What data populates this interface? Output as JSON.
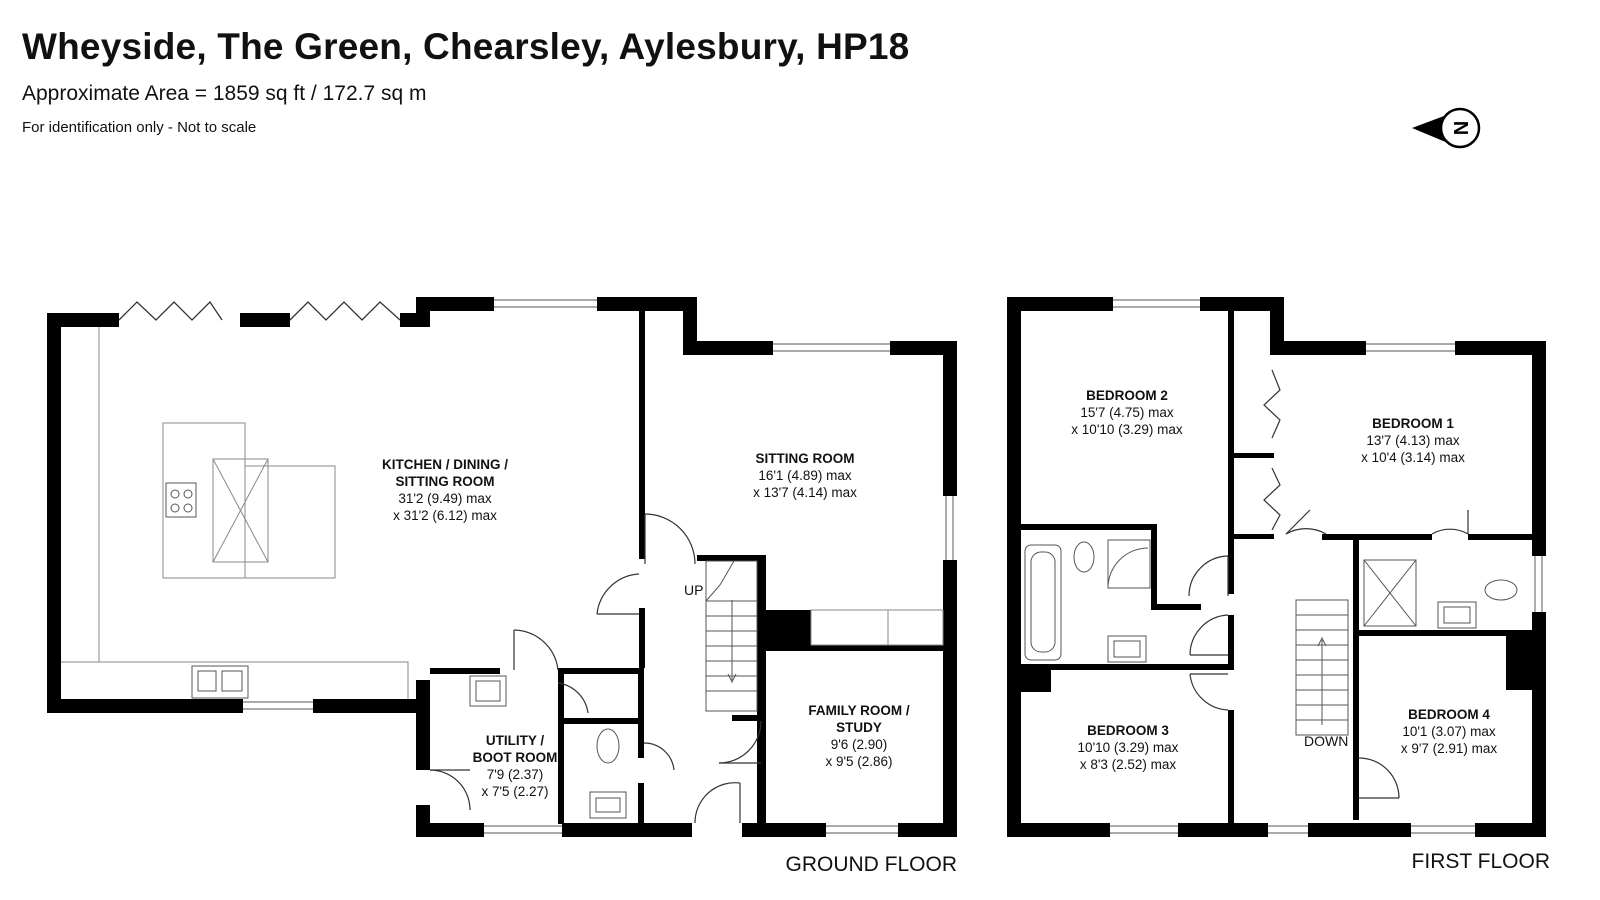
{
  "header": {
    "title": "Wheyside, The Green, Chearsley, Aylesbury, HP18",
    "area": "Approximate Area = 1859 sq ft / 172.7 sq m",
    "note": "For identification only - Not to scale"
  },
  "compass": {
    "letter": "N"
  },
  "ground_floor": {
    "label": "GROUND FLOOR",
    "stairs_label": "UP",
    "rooms": {
      "kitchen": {
        "name_line1": "KITCHEN / DINING /",
        "name_line2": "SITTING ROOM",
        "dim1": "31'2 (9.49) max",
        "dim2": "x 31'2 (6.12) max"
      },
      "sitting": {
        "name": "SITTING ROOM",
        "dim1": "16'1 (4.89) max",
        "dim2": "x 13'7 (4.14) max"
      },
      "family": {
        "name_line1": "FAMILY ROOM /",
        "name_line2": "STUDY",
        "dim1": "9'6 (2.90)",
        "dim2": "x 9'5 (2.86)"
      },
      "utility": {
        "name_line1": "UTILITY /",
        "name_line2": "BOOT ROOM",
        "dim1": "7'9 (2.37)",
        "dim2": "x 7'5 (2.27)"
      }
    }
  },
  "first_floor": {
    "label": "FIRST FLOOR",
    "stairs_label": "DOWN",
    "rooms": {
      "bedroom2": {
        "name": "BEDROOM 2",
        "dim1": "15'7 (4.75) max",
        "dim2": "x 10'10 (3.29) max"
      },
      "bedroom1": {
        "name": "BEDROOM 1",
        "dim1": "13'7 (4.13) max",
        "dim2": "x 10'4 (3.14) max"
      },
      "bedroom3": {
        "name": "BEDROOM 3",
        "dim1": "10'10 (3.29) max",
        "dim2": "x 8'3 (2.52) max"
      },
      "bedroom4": {
        "name": "BEDROOM 4",
        "dim1": "10'1 (3.07) max",
        "dim2": "x 9'7 (2.91) max"
      }
    }
  },
  "colors": {
    "wall": "#000000",
    "fixture": "#555555",
    "background": "#ffffff"
  }
}
